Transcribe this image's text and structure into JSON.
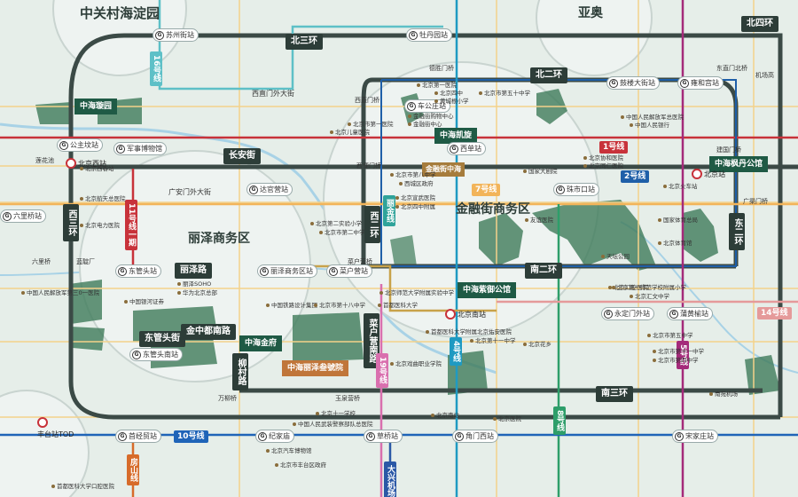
{
  "zones": {
    "zhongguancun": "中关村海淀园",
    "yaao": "亚奥",
    "lize": "丽泽商务区",
    "jinrongjie": "金融街商务区"
  },
  "ring_roads": {
    "north3": "北三环",
    "north4": "北四环",
    "north2": "北二环",
    "west3": "西三环",
    "west2": "西二环",
    "east2": "东二环",
    "south2": "南二环",
    "south3": "南三环"
  },
  "roads": {
    "changanjie": "长安街",
    "lizelu": "丽泽路",
    "guanganmennei": "广安门外大街",
    "xizhimenwai": "西直门外大街",
    "jinzhongdu": "金中都南路",
    "donguantou": "东管头街",
    "fengtai": "柳村路",
    "caihuying": "菜户营南路"
  },
  "projects": {
    "liuli": "中海丽泽叁號院",
    "xuanyuan": "中海璇园",
    "kaixuan": "中海凯旋",
    "jinyuan": "中海金府",
    "ziyu": "中海紫御公馆",
    "fengdan": "中海枫丹公馆",
    "jinliyuan": "金融街中海"
  },
  "metro_lines": {
    "l16": "16号线",
    "l11": "11号线一期",
    "l1": "1号线",
    "l2": "2号线",
    "l7": "7号线",
    "l4": "4号线",
    "l19": "19号线",
    "l8": "8号线",
    "l14": "14号线",
    "l5": "5号线",
    "l10": "10号线",
    "lfangshan": "房山线",
    "ldaxing": "大兴机场线",
    "lliize": "丽金线"
  },
  "stations": {
    "suzhoujie": "苏州街站",
    "mudanyuan": "牡丹园站",
    "gongzhufen": "公主坟站",
    "junshibowuguan": "军事博物馆",
    "chegongzhuang": "车公庄站",
    "xidan": "西单站",
    "gulou": "鼓楼大街站",
    "yonghegong": "雍和宫站",
    "zhushikou": "珠市口站",
    "muxidi": "达官营站",
    "dongguantou": "东管头站",
    "lizeshangwu": "丽泽商务区站",
    "caihuying": "菜户营站",
    "dongguantounan": "东管头南站",
    "yongdingmen": "永定门外站",
    "puhuangyu": "蒲黄榆站",
    "shoujingmao": "首经贸站",
    "jijiamiao": "纪家庙",
    "caoqiao": "草桥站",
    "jiaomenxi": "角门西站",
    "songjiazhuang": "宋家庄站",
    "liuliqiao": "六里桥站"
  },
  "rail_stations": {
    "beijingxi": "北京西站",
    "beijing": "北京站",
    "beijingnan": "北京南站",
    "fengtai": "丰台站TOD"
  },
  "places": {
    "xizhimenqiao": "西直门桥",
    "deshengmenqiao": "德胜门桥",
    "dongzhimenqiao": "东直门北桥",
    "jianguomenqiao": "建国门桥",
    "guangqumenqiao": "广渠门桥",
    "xiaohongmen": "西便门桥",
    "lianhuachi": "莲花池",
    "liuliqiao_place": "六里桥",
    "wanliuqiao": "万柳桥",
    "yuquanying": "玉泉营桥",
    "caihuyingqiao": "菜户营桥",
    "chegongzhuangqiao": "西直门桥",
    "jichang": "机场高",
    "gongzhufen_place": "蓝靛厂",
    "xingtanqiao": "广渠门桥",
    "zhuxin": "西客站"
  },
  "pois": [
    "北京第一医院",
    "北京四中",
    "黄城根小学",
    "北京市第五十中学",
    "金融街购物中心",
    "金融街中心",
    "北京市第一医院",
    "北京儿童医院",
    "北京第二实验小学",
    "北京市第二中学",
    "北京市第八中学",
    "西城区政府",
    "北京宣武医院",
    "北京四中附属",
    "北京师范大学附属实验中学",
    "首都医科大学",
    "北京第十一中学",
    "国家大剧院",
    "友谊医院",
    "天坛公园",
    "北京口腔医院",
    "北京市第五中学",
    "中国人民解放军总医院",
    "中国人民银行",
    "北京协和医院",
    "北京同仁医院",
    "北京火车站",
    "国家体育总局",
    "北京体育馆",
    "北京第一师范学校附属小学",
    "北京汇文中学",
    "北京市第十一中学",
    "北京市第四中学",
    "北京航天总医院",
    "北京电力医院",
    "中国人民解放军第三0一医院",
    "丽泽SOHO",
    "华为北京总部",
    "中国银河证券",
    "中国铁路设计集团",
    "首都医科大学附属北京佑安医院",
    "北京市第十八中学",
    "北京医院",
    "北京西客站",
    "中国人民武装警察部队总医院",
    "北京十一学校",
    "北京汽车博物馆",
    "北京市丰台区政府",
    "首都医科大学口腔医院",
    "北京戏曲职业学院",
    "北京南站",
    "北京花乡",
    "南苑机场"
  ],
  "colors": {
    "ring": "#3b4a46",
    "line1": "#c8323a",
    "line2": "#1f5fa8",
    "line4": "#1f9ac2",
    "line5": "#a42a7a",
    "line7": "#f2b45a",
    "line8": "#2e9e6a",
    "line10": "#1f64b8",
    "line14": "#e59a9a",
    "line16": "#5ec0c7",
    "line19": "#d96fae",
    "fangshan": "#d76b2a",
    "daxing": "#2b58a6",
    "project": "#1f5a45"
  }
}
